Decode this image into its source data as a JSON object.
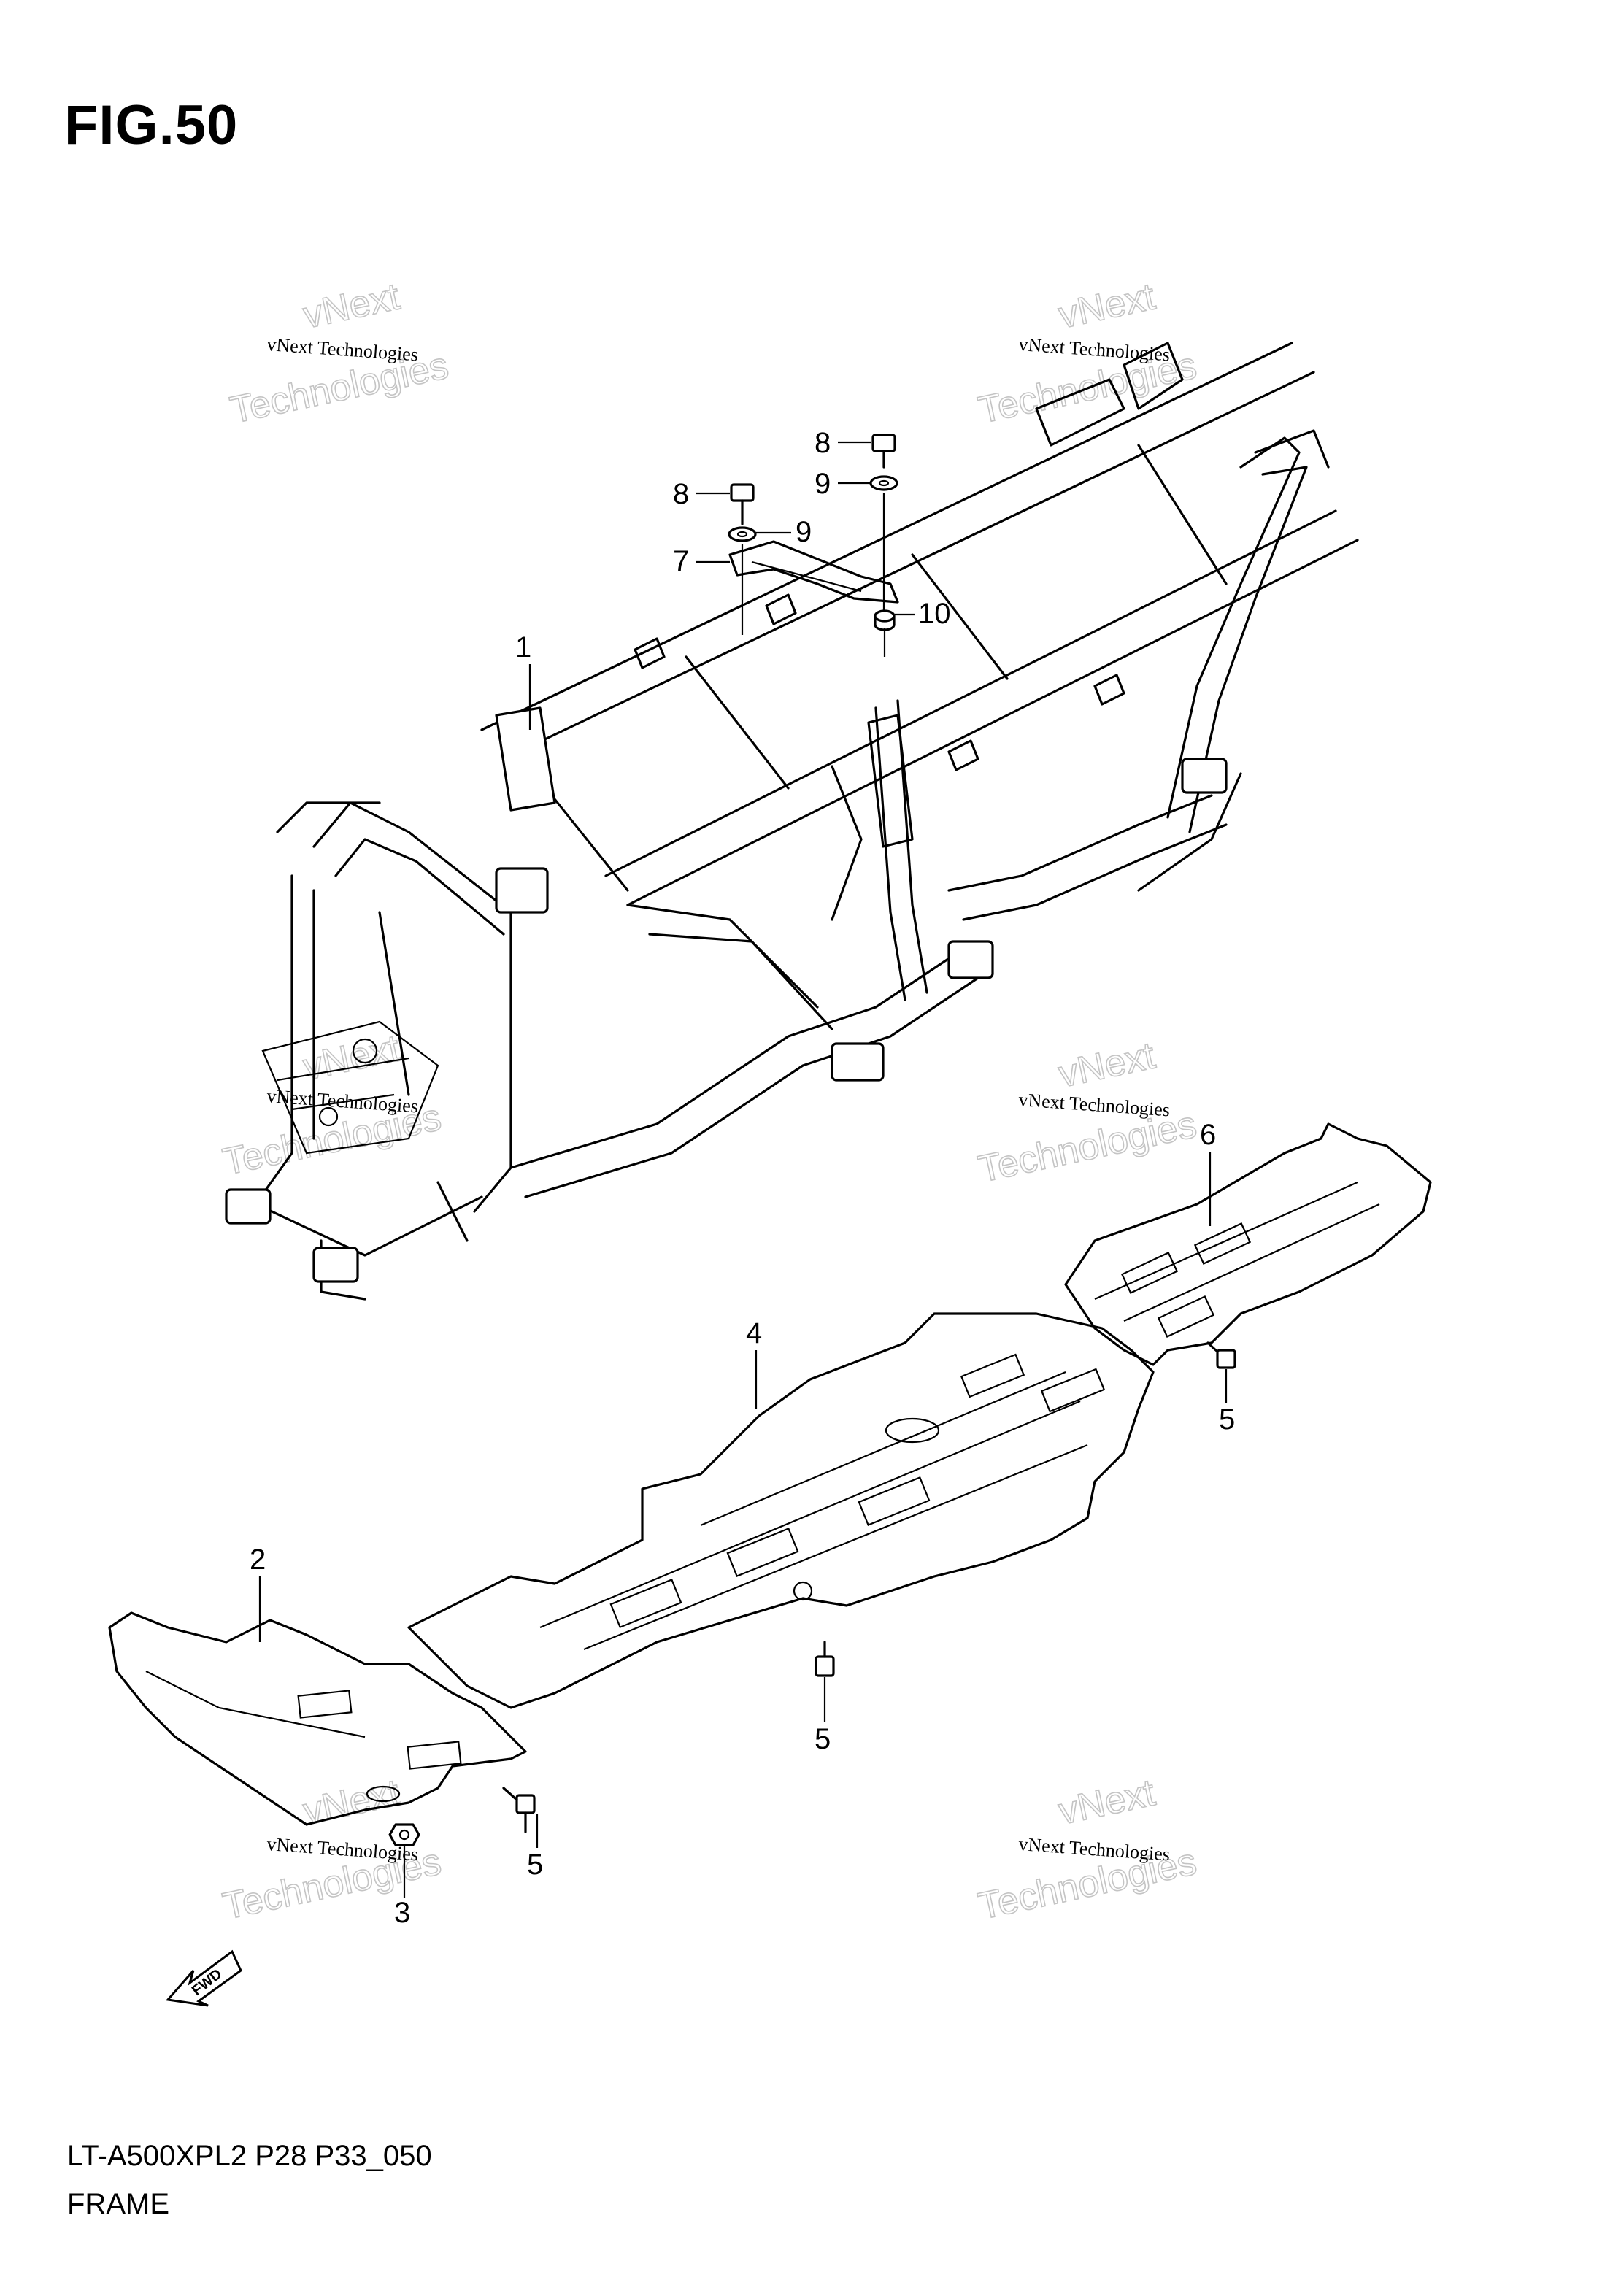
{
  "figure": {
    "title": "FIG.50"
  },
  "footer": {
    "model_code": "LT-A500XPL2 P28 P33_050",
    "section_name": "FRAME"
  },
  "watermark": {
    "line_small": "vNext Technologies",
    "line_big_1": "vNext",
    "line_big_2": "Technologies"
  },
  "fwd_label": "FWD",
  "callouts": [
    {
      "id": "1",
      "label": "1"
    },
    {
      "id": "2",
      "label": "2"
    },
    {
      "id": "3",
      "label": "3"
    },
    {
      "id": "4",
      "label": "4"
    },
    {
      "id": "5a",
      "label": "5"
    },
    {
      "id": "5b",
      "label": "5"
    },
    {
      "id": "5c",
      "label": "5"
    },
    {
      "id": "6",
      "label": "6"
    },
    {
      "id": "7",
      "label": "7"
    },
    {
      "id": "8a",
      "label": "8"
    },
    {
      "id": "8b",
      "label": "8"
    },
    {
      "id": "9a",
      "label": "9"
    },
    {
      "id": "9b",
      "label": "9"
    },
    {
      "id": "10",
      "label": "10"
    }
  ]
}
